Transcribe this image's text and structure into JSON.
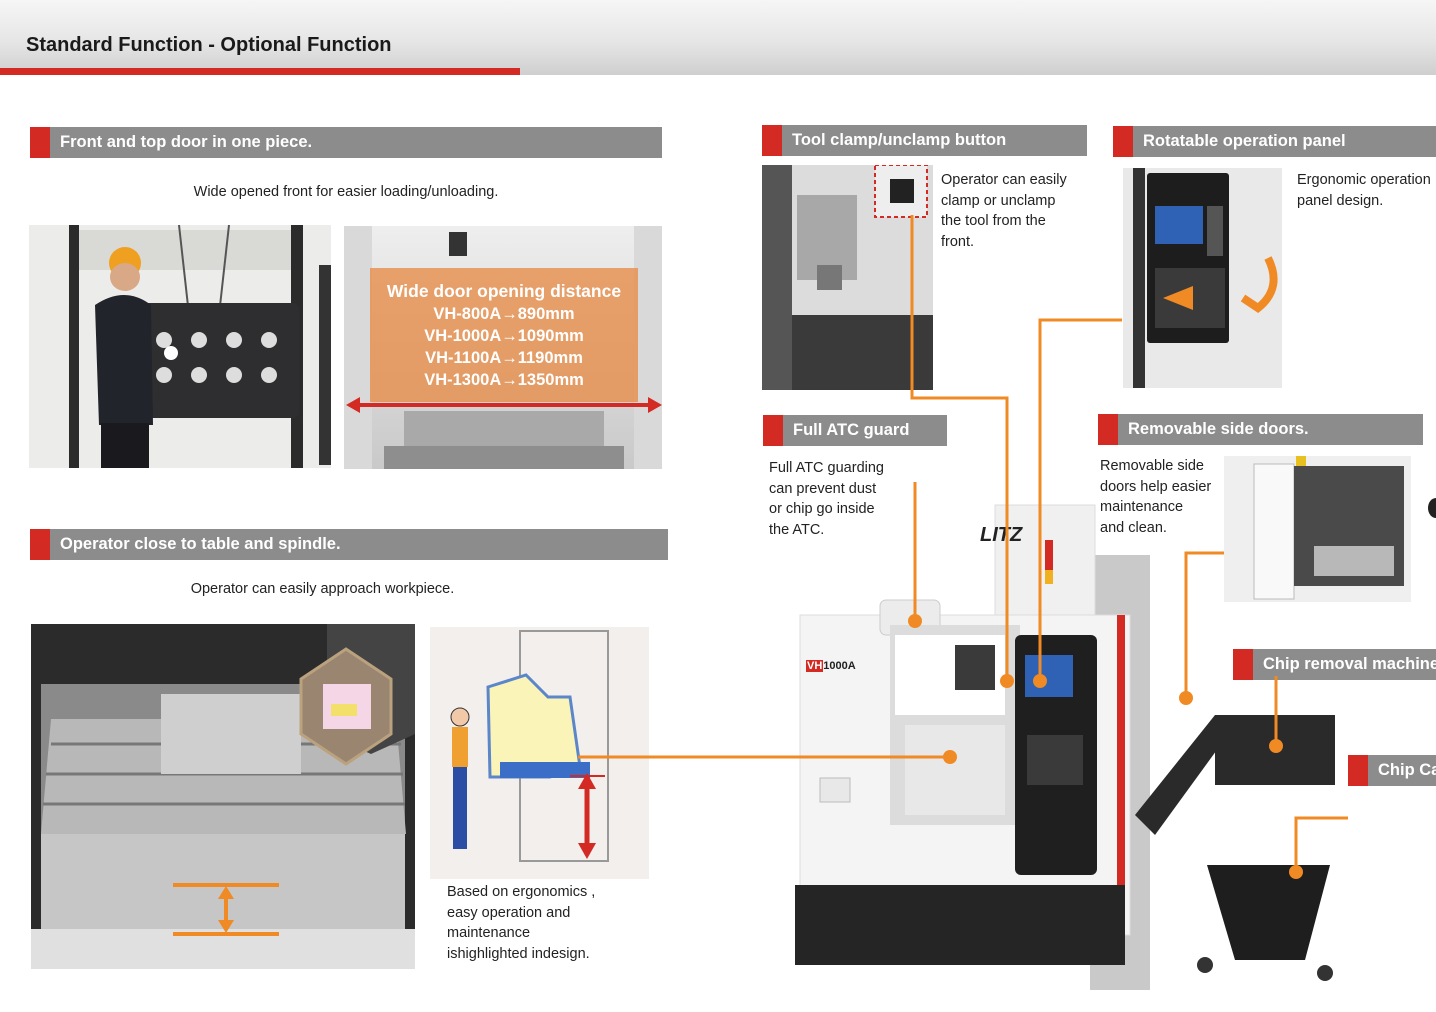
{
  "page": {
    "title": "Standard Function - Optional Function"
  },
  "sections": {
    "front_door": {
      "header": "Front and top door in one piece.",
      "description": "Wide opened front for easier loading/unloading.",
      "callout": {
        "title": "Wide door opening distance",
        "lines": [
          "VH-800A→890mm",
          "VH-1000A→1090mm",
          "VH-1100A→1190mm",
          "VH-1300A→1350mm"
        ]
      }
    },
    "operator_close": {
      "header": "Operator close to table and spindle.",
      "description": "Operator can easily approach workpiece.",
      "caption": [
        "Based on ergonomics ,",
        "easy operation and",
        "maintenance",
        "ishighlighted indesign."
      ]
    },
    "tool_clamp": {
      "header": "Tool clamp/unclamp button",
      "text": [
        "Operator can easily",
        "clamp or unclamp",
        "the tool from the",
        "front."
      ]
    },
    "rotatable_panel": {
      "header": "Rotatable operation panel",
      "text": [
        "Ergonomic operation",
        "panel design."
      ]
    },
    "atc_guard": {
      "header": "Full ATC guard",
      "text": [
        "Full ATC guarding",
        "can prevent dust",
        "or chip go inside",
        "the ATC."
      ]
    },
    "side_doors": {
      "header": "Removable side doors.",
      "text": [
        "Removable side",
        "doors help easier",
        "maintenance",
        "and clean."
      ]
    },
    "chip_removal": {
      "header": "Chip removal machine"
    },
    "chip_cart": {
      "header": "Chip Ca"
    }
  },
  "machine": {
    "brand": "LITZ",
    "model": "VH-1000A",
    "model_badge": "VH",
    "model_suffix": "1000A"
  },
  "colors": {
    "accent_red": "#d42a24",
    "header_gray": "#8c8c8c",
    "orange": "#f08a24"
  }
}
